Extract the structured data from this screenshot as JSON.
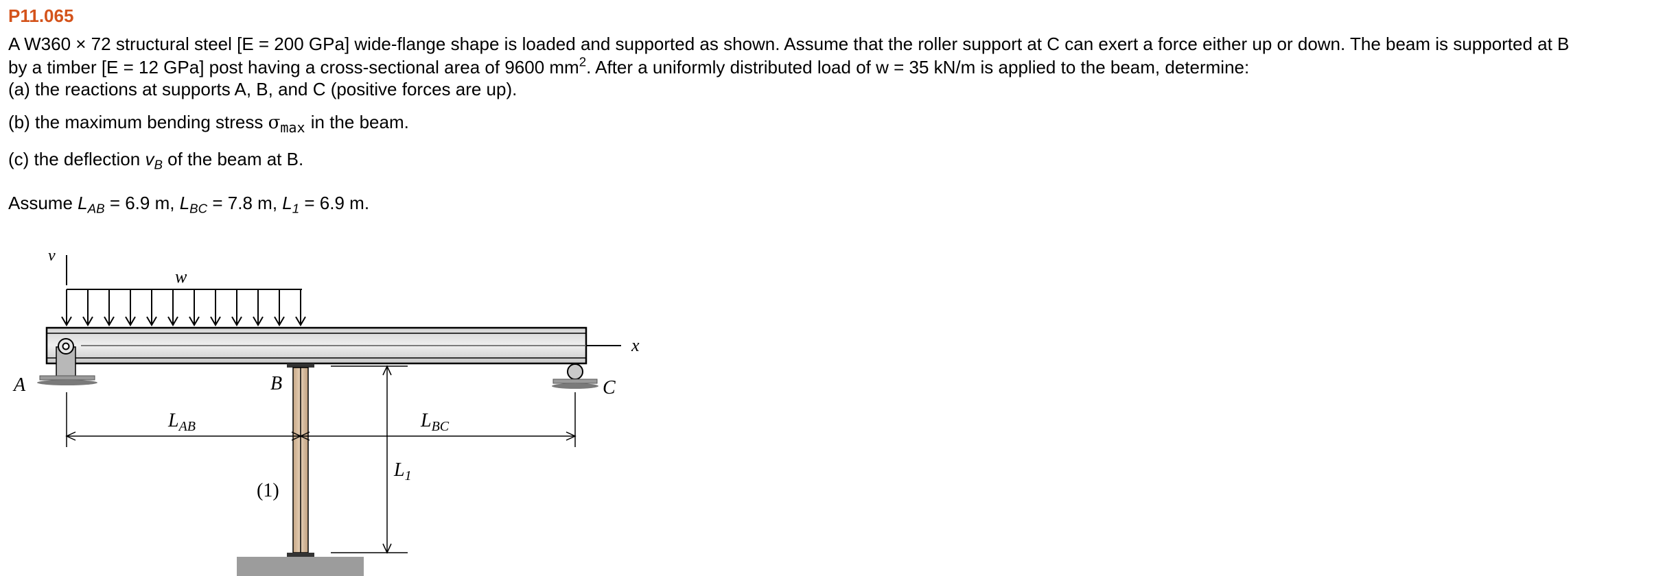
{
  "problem": {
    "id": "P11.065",
    "line1": "A W360 × 72 structural steel [E = 200 GPa] wide-flange shape is loaded and supported as shown. Assume that the roller support at C can exert a force either up or down. The beam is supported at B",
    "line2_pre": "by a timber [E = 12 GPa] post having a cross-sectional area of 9600 mm",
    "line2_sup": "2",
    "line2_post": ". After a uniformly distributed load of w = 35 kN/m is applied to the beam, determine:",
    "part_a": "(a) the reactions at supports A, B, and C (positive forces are up).",
    "part_b_pre": "(b) the maximum bending stress",
    "part_b_sigma": "σ",
    "part_b_sub": "max",
    "part_b_post": "in the beam.",
    "part_c_pre": "(c) the deflection",
    "part_c_var": "v",
    "part_c_sub": "B",
    "part_c_post": "of the beam at B.",
    "assume_pre": "Assume",
    "lab_var": "L",
    "lab_sub": "AB",
    "lab_val": "= 6.9 m,",
    "lbc_var": "L",
    "lbc_sub": "BC",
    "lbc_val": "= 7.8 m,",
    "l1_var": "L",
    "l1_sub": "1",
    "l1_val": "= 6.9 m."
  },
  "figure": {
    "v_label": "v",
    "w_label": "w",
    "x_label": "x",
    "A_label": "A",
    "B_label": "B",
    "C_label": "C",
    "LAB_main": "L",
    "LAB_sub": "AB",
    "LBC_main": "L",
    "LBC_sub": "BC",
    "L1_main": "L",
    "L1_sub": "1",
    "member_label": "(1)"
  }
}
